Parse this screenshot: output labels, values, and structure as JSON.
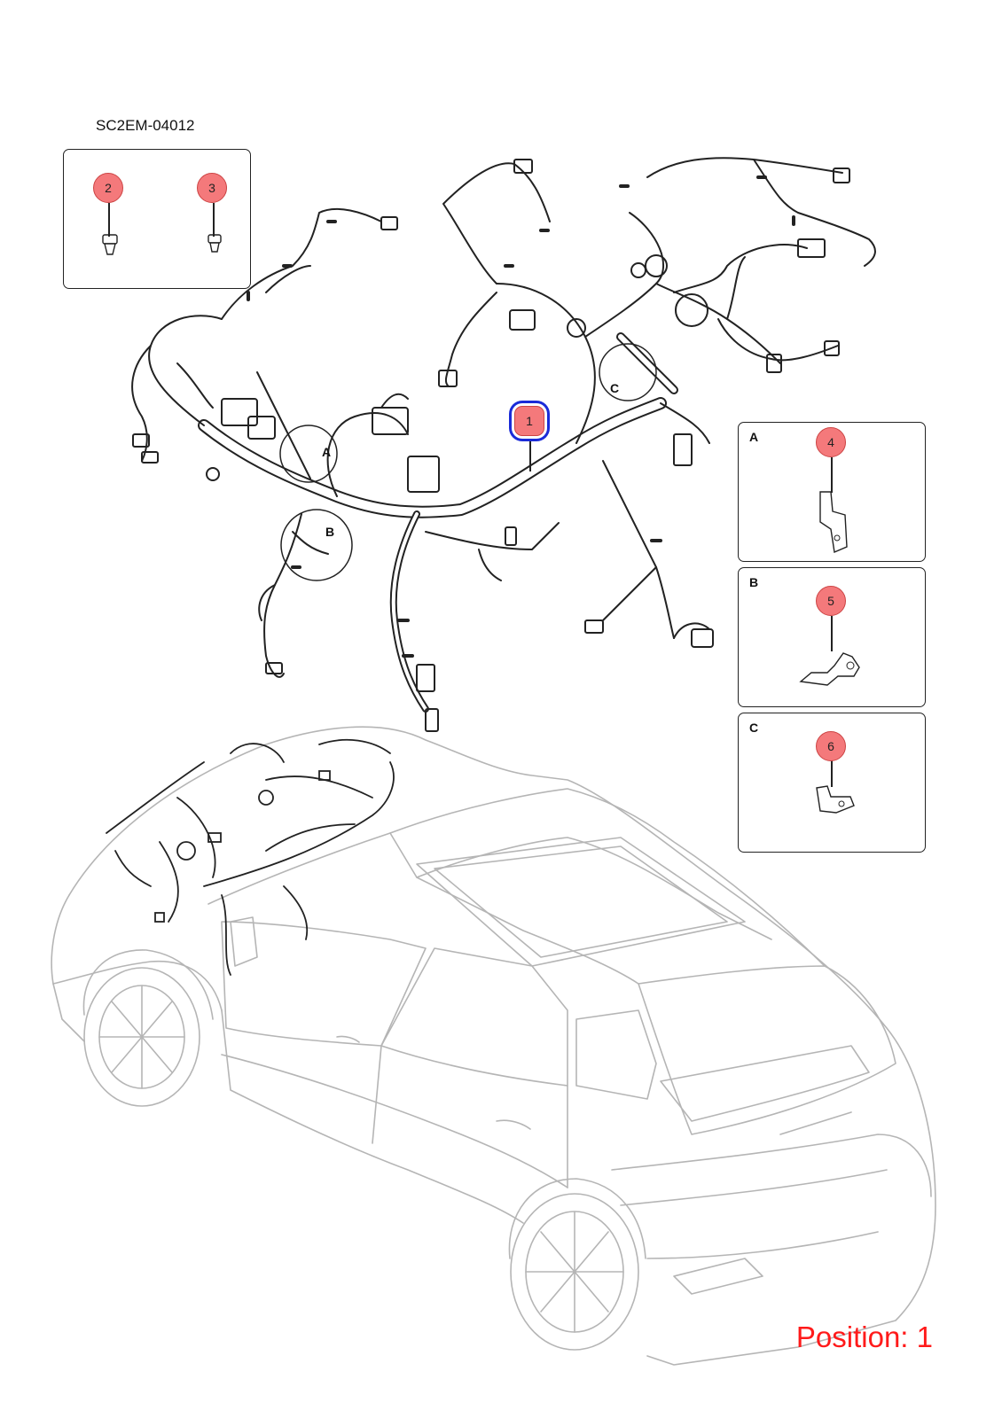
{
  "diagram_code": "SC2EM-04012",
  "position_label": "Position: 1",
  "selected_callout": "1",
  "callouts": [
    {
      "id": "1",
      "label": "1"
    },
    {
      "id": "2",
      "label": "2"
    },
    {
      "id": "3",
      "label": "3"
    },
    {
      "id": "4",
      "label": "4"
    },
    {
      "id": "5",
      "label": "5"
    },
    {
      "id": "6",
      "label": "6"
    }
  ],
  "detail_labels": [
    "A",
    "B",
    "C"
  ],
  "insets": [
    {
      "letter": "A",
      "callout": "4"
    },
    {
      "letter": "B",
      "callout": "5"
    },
    {
      "letter": "C",
      "callout": "6"
    }
  ],
  "colors": {
    "callout_fill": "#f4797b",
    "selection_outline": "#1a2bd8",
    "position_text": "#ff1a1a",
    "car_outline": "#b5b5b5"
  }
}
